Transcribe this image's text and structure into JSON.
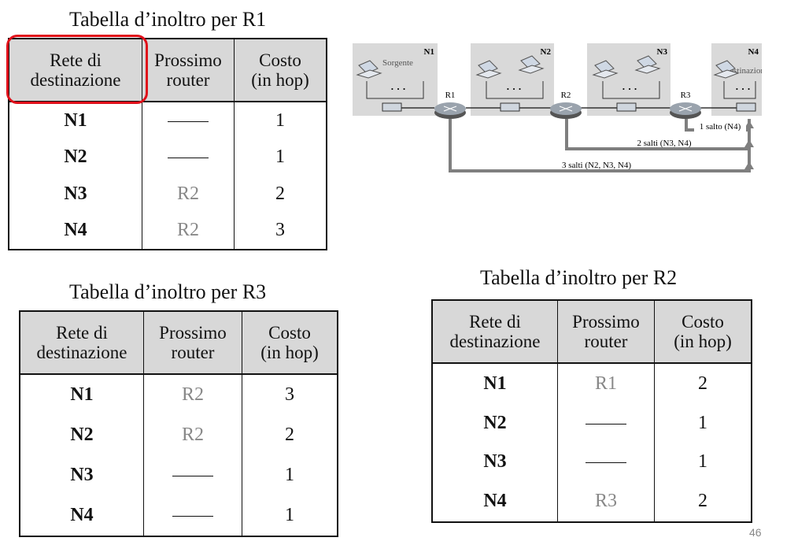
{
  "tables": {
    "r1": {
      "title": "Tabella d’inoltro per R1",
      "headers": {
        "dest_line1": "Rete di",
        "dest_line2": "destinazione",
        "next_line1": "Prossimo",
        "next_line2": "router",
        "cost_line1": "Costo",
        "cost_line2": "(in hop)"
      },
      "rows": [
        {
          "dest": "N1",
          "next": "",
          "cost": "1"
        },
        {
          "dest": "N2",
          "next": "",
          "cost": "1"
        },
        {
          "dest": "N3",
          "next": "R2",
          "cost": "2"
        },
        {
          "dest": "N4",
          "next": "R2",
          "cost": "3"
        }
      ]
    },
    "r3": {
      "title": "Tabella d’inoltro per R3",
      "headers": {
        "dest_line1": "Rete di",
        "dest_line2": "destinazione",
        "next_line1": "Prossimo",
        "next_line2": "router",
        "cost_line1": "Costo",
        "cost_line2": "(in hop)"
      },
      "rows": [
        {
          "dest": "N1",
          "next": "R2",
          "cost": "3"
        },
        {
          "dest": "N2",
          "next": "R2",
          "cost": "2"
        },
        {
          "dest": "N3",
          "next": "",
          "cost": "1"
        },
        {
          "dest": "N4",
          "next": "",
          "cost": "1"
        }
      ]
    },
    "r2": {
      "title": "Tabella d’inoltro per R2",
      "headers": {
        "dest_line1": "Rete di",
        "dest_line2": "destinazione",
        "next_line1": "Prossimo",
        "next_line2": "router",
        "cost_line1": "Costo",
        "cost_line2": "(in hop)"
      },
      "rows": [
        {
          "dest": "N1",
          "next": "R1",
          "cost": "2"
        },
        {
          "dest": "N2",
          "next": "",
          "cost": "1"
        },
        {
          "dest": "N3",
          "next": "",
          "cost": "1"
        },
        {
          "dest": "N4",
          "next": "R3",
          "cost": "2"
        }
      ]
    }
  },
  "topology": {
    "networks": [
      {
        "id": "N1",
        "label": "N1",
        "role": "Sorgente"
      },
      {
        "id": "N2",
        "label": "N2",
        "role": ""
      },
      {
        "id": "N3",
        "label": "N3",
        "role": ""
      },
      {
        "id": "N4",
        "label": "N4",
        "role": "Destinazione"
      }
    ],
    "routers": [
      "R1",
      "R2",
      "R3"
    ],
    "dots": "· · ·",
    "paths": [
      {
        "label": "1 salto (N4)"
      },
      {
        "label": "2 salti (N3, N4)"
      },
      {
        "label": "3 salti (N2, N3, N4)"
      }
    ]
  },
  "colors": {
    "highlight": "#e0101a",
    "lan_box": "#d9d9d9",
    "path": "#7f7f7f",
    "router_text": "#888888"
  },
  "page_number": "46"
}
